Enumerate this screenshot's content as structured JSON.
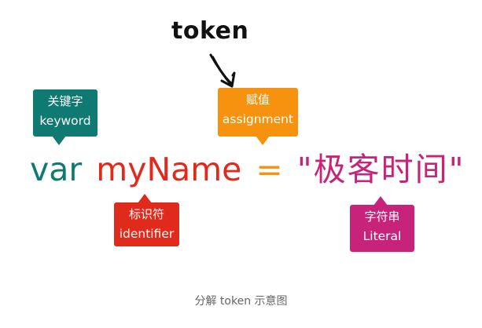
{
  "diagram": {
    "heading": "token",
    "code": {
      "keyword": "var",
      "identifier": "myName",
      "operator": "=",
      "literal": "\"极客时间\""
    },
    "labels": {
      "keyword": {
        "zh": "关键字",
        "en": "keyword",
        "color": "#0f7a72"
      },
      "assignment": {
        "zh": "赋值",
        "en": "assignment",
        "color": "#f7920e"
      },
      "identifier": {
        "zh": "标识符",
        "en": "identifier",
        "color": "#e02a1c"
      },
      "literal": {
        "zh": "字符串",
        "en": "Literal",
        "color": "#c8237a"
      }
    },
    "caption": "分解 token 示意图"
  }
}
